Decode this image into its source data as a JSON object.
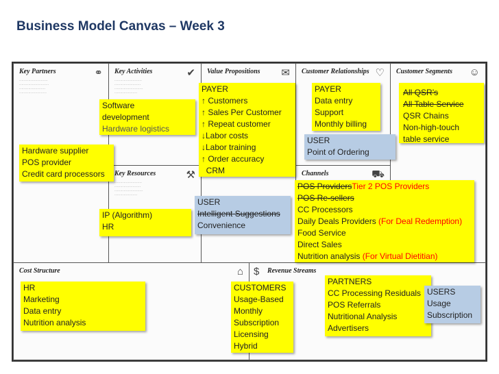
{
  "title": "Business Model Canvas – Week 3",
  "sections": {
    "key_partners": "Key Partners",
    "key_activities": "Key Activities",
    "key_resources": "Key Resources",
    "value_propositions": "Value Propositions",
    "customer_relationships": "Customer Relationships",
    "channels": "Channels",
    "customer_segments": "Customer Segments",
    "cost_structure": "Cost Structure",
    "revenue_streams": "Revenue Streams"
  },
  "notes": {
    "key_partners": [
      "Hardware supplier",
      "POS provider",
      "Credit card processors"
    ],
    "key_activities": [
      "Software",
      "development",
      "Hardware logistics"
    ],
    "key_resources": [
      "IP (Algorithm)",
      "HR"
    ],
    "value_payer": [
      "PAYER",
      "↑ Customers",
      "↑ Sales Per Customer",
      "↑ Repeat customer",
      "↓Labor costs",
      "↓Labor training",
      "↑ Order accuracy",
      "  CRM"
    ],
    "value_user": {
      "header": "USER",
      "struck": "Intelligent Suggestions",
      "plain": "Convenience"
    },
    "relationships_payer": [
      "PAYER",
      "Data entry",
      "Support",
      "Monthly billing"
    ],
    "relationships_user": [
      "USER",
      "Point of Ordering"
    ],
    "segments": {
      "struck": [
        "All QSR’s",
        "All Table Service"
      ],
      "plain": [
        "QSR Chains",
        "Non-high-touch",
        "table service"
      ]
    },
    "channels": {
      "pos_providers_struck": "POS Providers",
      "tier2_red": "Tier 2 POS Providers",
      "pos_resellers_struck": "POS Re-sellers",
      "cc": "CC Processors",
      "daily_deals": "Daily Deals Providers ",
      "daily_deals_red": "(For Deal Redemption)",
      "food": "Food Service",
      "direct": "Direct Sales",
      "nutrition": "Nutrition analysis ",
      "nutrition_red": "(For Virtual Dietitian)"
    },
    "cost": [
      "HR",
      "Marketing",
      "Data entry",
      "Nutrition analysis"
    ],
    "revenue_customers": [
      "CUSTOMERS",
      "Usage-Based",
      "Monthly",
      "Subscription",
      "Licensing",
      "Hybrid"
    ],
    "revenue_partners": [
      "PARTNERS",
      "CC Processing Residuals",
      "POS Referrals",
      "Nutritional Analysis",
      "Advertisers"
    ],
    "revenue_users": [
      "USERS",
      "Usage",
      "Subscription"
    ]
  },
  "icons": {
    "partners": "link-icon",
    "activities": "check-icon",
    "resources": "worker-icon",
    "value": "gift-icon",
    "relationships": "heart-icon",
    "channels": "truck-icon",
    "segments": "person-icon",
    "cost": "tag-icon",
    "revenue": "money-icon"
  },
  "colors": {
    "note_yellow": "#ffff00",
    "note_blue": "#b7cce4",
    "title": "#1f3864",
    "highlight_red": "#ff0000"
  }
}
